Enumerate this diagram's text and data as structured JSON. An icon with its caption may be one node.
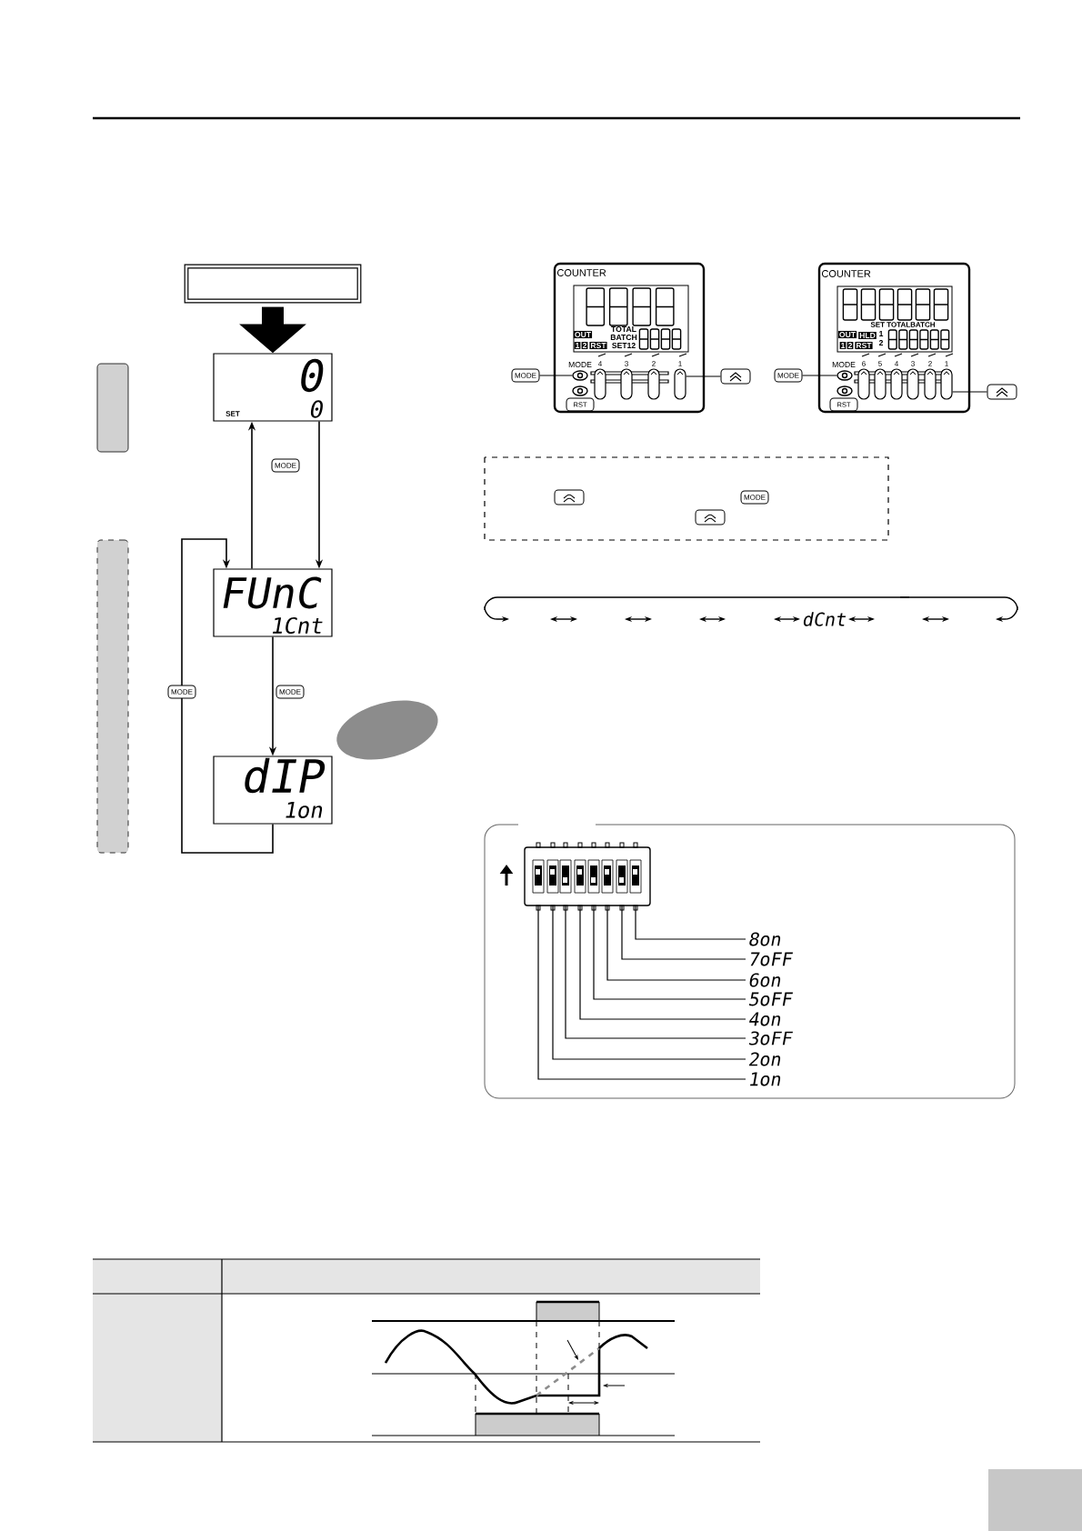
{
  "diagram": {
    "nodes": [
      {
        "text": [],
        "shape": "box"
      },
      {
        "text": [
          "0",
          "SET",
          "0"
        ]
      },
      {
        "text": [
          "FUnC",
          "1Cnt"
        ]
      },
      {
        "text": [
          "dIP",
          "1on"
        ]
      },
      {
        "text": [
          "MODE"
        ]
      },
      {
        "text": [],
        "shape": "box"
      },
      {
        "text": [
          "MODE"
        ]
      },
      {
        "text": [],
        "shape": "box"
      },
      {
        "text": [
          "8on"
        ]
      },
      {
        "text": [
          "7oFF"
        ]
      },
      {
        "text": [
          "6on"
        ]
      },
      {
        "text": [
          "5oFF"
        ]
      },
      {
        "text": [
          "4on"
        ]
      },
      {
        "text": [
          "3oFF"
        ]
      },
      {
        "text": [
          "2on"
        ]
      },
      {
        "text": [
          "1on"
        ]
      },
      {
        "text": [],
        "shape": "circle"
      },
      {
        "text": [],
        "shape": "box"
      },
      {
        "text": [],
        "shape": "circle"
      },
      {
        "text": [],
        "shape": "box"
      },
      {
        "text": [],
        "shape": "box"
      },
      {
        "text": [],
        "shape": "box"
      },
      {
        "text": [],
        "shape": "box"
      },
      {
        "text": [],
        "shape": "ellipse"
      }
    ],
    "edges": [
      {
        "from": 0,
        "to": 1,
        "arrow": "to",
        "style": "thick"
      },
      {
        "from": 1,
        "to": 2,
        "arrow": "to"
      },
      {
        "from": 2,
        "to": 1,
        "arrow": "to"
      },
      {
        "from": 2,
        "to": 3,
        "arrow": "to",
        "label": "MODE"
      },
      {
        "from": 3,
        "to": 2,
        "arrow": "to",
        "label": "MODE"
      },
      {
        "from": 4,
        "to": 16,
        "arrow": "none"
      },
      {
        "from": 5,
        "to": 17,
        "arrow": "none"
      },
      {
        "from": 6,
        "to": 18,
        "arrow": "none"
      },
      {
        "from": 7,
        "to": 19,
        "arrow": "none"
      },
      {
        "from": 8,
        "to": 20,
        "arrow": "none"
      },
      {
        "from": 9,
        "to": 20,
        "arrow": "none"
      },
      {
        "from": 10,
        "to": 20,
        "arrow": "none"
      },
      {
        "from": 11,
        "to": 20,
        "arrow": "none"
      },
      {
        "from": 12,
        "to": 20,
        "arrow": "none"
      },
      {
        "from": 13,
        "to": 20,
        "arrow": "none"
      },
      {
        "from": 14,
        "to": 20,
        "arrow": "none"
      },
      {
        "from": 15,
        "to": 20,
        "arrow": "none"
      }
    ],
    "labels": [
      "MODE",
      "COUNTER",
      "TOTAL",
      "BATCH",
      "SET12",
      "OUT",
      "1",
      "2",
      "RST",
      "MODE",
      "4",
      "3",
      "2",
      "1",
      "RST",
      "COUNTER",
      "SET TOTALBATCH",
      "1",
      "2",
      "OUT",
      "HLD",
      "1",
      "2",
      "RST",
      "MODE",
      "6",
      "5",
      "4",
      "3",
      "2",
      "1",
      "RST",
      "MODE",
      "dCnt"
    ]
  }
}
